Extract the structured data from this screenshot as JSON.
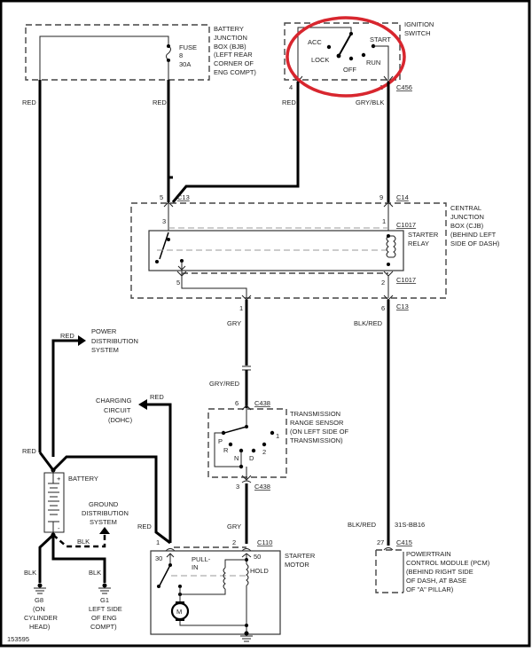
{
  "diagram": {
    "figure_id": "153595",
    "highlight_color": "#d8262e",
    "battery_junction_box": {
      "label": [
        "BATTERY",
        "JUNCTION",
        "BOX (BJB)",
        "(LEFT REAR",
        "CORNER OF",
        "ENG COMPT)"
      ],
      "fuse": [
        "FUSE",
        "8",
        "30A"
      ]
    },
    "ignition_switch": {
      "label": [
        "IGNITION",
        "SWITCH"
      ],
      "positions": {
        "acc": "ACC",
        "lock": "LOCK",
        "off": "OFF",
        "run": "RUN",
        "start": "START"
      },
      "pin_left": "4",
      "pin_right": "1",
      "connector": "C456"
    },
    "wires": {
      "red_left": "RED",
      "red_fuse": "RED",
      "red_ign": "RED",
      "gry_blk": "GRY/BLK",
      "gry": "GRY",
      "blk_red": "BLK/RED",
      "gry_red": "GRY/RED",
      "gry_starter": "GRY",
      "red_starter": "RED",
      "red_battery": "RED",
      "blk_red_pcm": "BLK/RED",
      "circuit_pcm": "31S-BB16",
      "red_pds": "RED",
      "red_charging": "RED",
      "blk_gnd": "BLK",
      "blk_g8": "BLK",
      "blk_g1": "BLK"
    },
    "central_junction_box": {
      "label": [
        "CENTRAL",
        "JUNCTION",
        "BOX (CJB)",
        "(BEHIND LEFT",
        "SIDE OF DASH)"
      ],
      "pins": {
        "c13_top": "5",
        "c14_top": "9",
        "relay_in_left": "3",
        "relay_in_right": "1",
        "relay_out_left": "5",
        "relay_out_right": "2",
        "c13_bottom_left": "1",
        "c13_bottom_right": "6"
      },
      "connectors": {
        "c13": "C13",
        "c14": "C14",
        "c1017_top": "C1017",
        "c1017_bottom": "C1017",
        "c13_bottom": "C13"
      },
      "relay_label": [
        "STARTER",
        "RELAY"
      ]
    },
    "power_distribution": [
      "POWER",
      "DISTRIBUTION",
      "SYSTEM"
    ],
    "charging_circuit": [
      "CHARGING",
      "CIRCUIT",
      "(DOHC)"
    ],
    "transmission_range_sensor": {
      "label": [
        "TRANSMISSION",
        "RANGE SENSOR",
        "(ON LEFT SIDE OF",
        "TRANSMISSION)"
      ],
      "positions": {
        "p": "P",
        "r": "R",
        "n": "N",
        "d": "D",
        "two": "2",
        "one": "1"
      },
      "pin_top": "6",
      "pin_bottom": "3",
      "connector_top": "C438",
      "connector_bottom": "C438"
    },
    "battery": {
      "label": "BATTERY",
      "plus": "+",
      "minus": "-"
    },
    "ground_distribution": [
      "GROUND",
      "DISTRIBUTION",
      "SYSTEM"
    ],
    "grounds": {
      "g8": [
        "G8",
        "(ON",
        "CYLINDER",
        "HEAD)"
      ],
      "g1": [
        "G1",
        "LEFT SIDE",
        "OF ENG",
        "COMPT)"
      ]
    },
    "starter_motor": {
      "label": [
        "STARTER",
        "MOTOR"
      ],
      "pin_left": "1",
      "pin_right": "2",
      "connector": "C110",
      "terminal_30": "30",
      "terminal_50": "50",
      "pull_in": [
        "PULL-",
        "IN"
      ],
      "hold": "HOLD",
      "motor": "M"
    },
    "pcm": {
      "pin": "27",
      "connector": "C415",
      "label": [
        "POWERTRAIN",
        "CONTROL MODULE (PCM)",
        "(BEHIND RIGHT SIDE",
        "OF DASH, AT BASE",
        "OF \"A\" PILLAR)"
      ]
    }
  }
}
